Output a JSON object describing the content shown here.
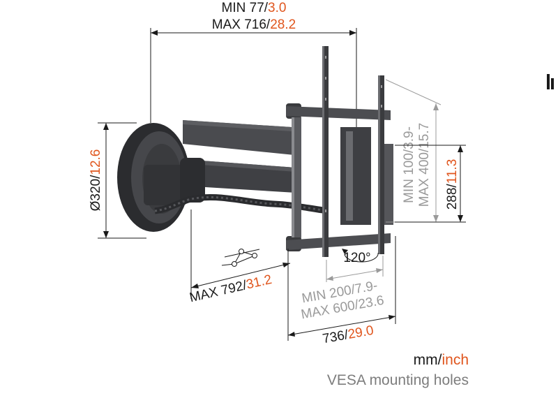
{
  "colors": {
    "text": "#1a1a1a",
    "accent": "#e0561e",
    "vesa_text": "#9a9a9a",
    "mount_body": "#3c3d40",
    "mount_dark": "#26272a"
  },
  "dimensions": {
    "depth_min": {
      "prefix": "MIN 77/",
      "value_inch": "3.0"
    },
    "depth_max": {
      "prefix": "MAX 716/",
      "value_inch": "28.2"
    },
    "plate_diameter": {
      "prefix": "Ø320/",
      "value_inch": "12.6"
    },
    "extension_max": {
      "prefix": "MAX 792/",
      "value_inch": "31.2"
    },
    "vesa_horizontal_min": {
      "text": "MIN 200/7.9-"
    },
    "vesa_horizontal_max": {
      "text": "MAX 600/23.6"
    },
    "width": {
      "prefix": "736/",
      "value_inch": "29.0"
    },
    "vesa_vertical_min": {
      "text": "MIN 100/3.9-"
    },
    "vesa_vertical_max": {
      "text": "MAX 400/15.7"
    },
    "height": {
      "prefix": "288/",
      "value_inch": "11.3"
    },
    "rotation": {
      "text": "120°"
    }
  },
  "legend": {
    "units_mm": "mm/",
    "units_inch": "inch",
    "vesa": "VESA mounting holes"
  }
}
